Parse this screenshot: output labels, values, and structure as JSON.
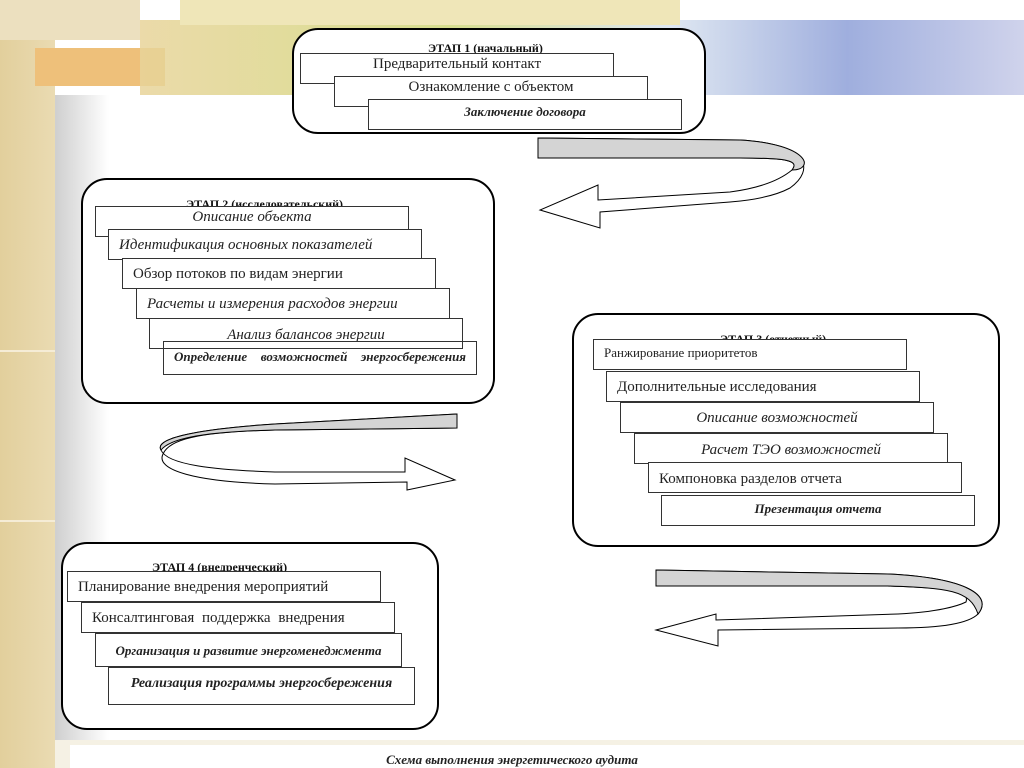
{
  "stage1": {
    "title": "ЭТАП 1 (начальный)",
    "items": [
      "Предварительный контакт",
      "Ознакомление с объектом",
      "Заключение договора"
    ]
  },
  "stage2": {
    "title": "ЭТАП 2 (исследовательский)",
    "items": [
      "Описание объекта",
      "Идентификация основных показателей",
      "Обзор потоков по видам энергии",
      "Расчеты и измерения расходов энергии",
      "Анализ балансов энергии",
      "Определение возможностей энергосбережения"
    ]
  },
  "stage3": {
    "title": "ЭТАП 3 (отчетный)",
    "items": [
      "Ранжирование приоритетов",
      "Дополнительные исследования",
      "Описание возможностей",
      "Расчет ТЭО возможностей",
      "Компоновка разделов отчета",
      "Презентация отчета"
    ]
  },
  "stage4": {
    "title": "ЭТАП 4 (внедренческий)",
    "items": [
      "Планирование внедрения мероприятий",
      "Консалтинговая поддержка внедрения",
      "Организация и развитие энергоменеджмента",
      "Реализация программы энергосбережения"
    ]
  },
  "caption": "Схема выполнения энергетического аудита",
  "colors": {
    "arrow_fill": "#d4d4d4",
    "border": "#000000"
  }
}
